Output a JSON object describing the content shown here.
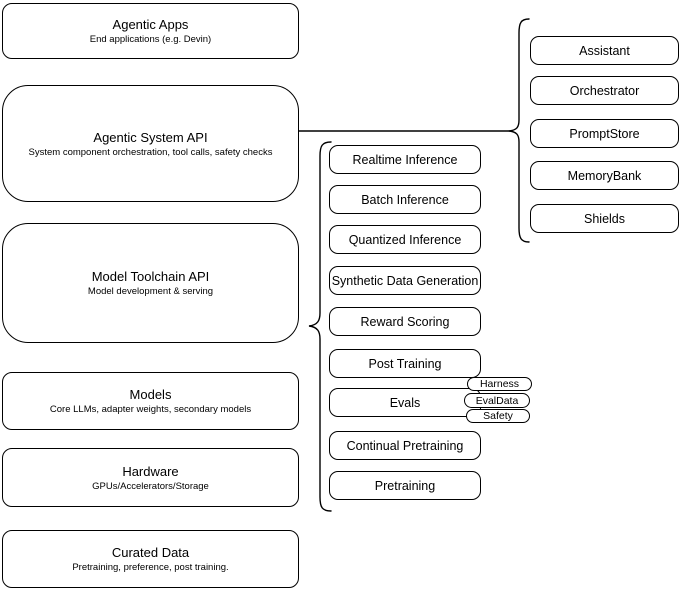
{
  "diagram": {
    "left_column": [
      {
        "title": "Agentic Apps",
        "subtitle": "End applications (e.g. Devin)"
      },
      {
        "title": "Agentic System API",
        "subtitle": "System component orchestration, tool calls, safety checks"
      },
      {
        "title": "Model Toolchain API",
        "subtitle": "Model development & serving"
      },
      {
        "title": "Models",
        "subtitle": "Core LLMs, adapter weights, secondary models"
      },
      {
        "title": "Hardware",
        "subtitle": "GPUs/Accelerators/Storage"
      },
      {
        "title": "Curated Data",
        "subtitle": "Pretraining, preference, post training."
      }
    ],
    "toolchain_components": [
      "Realtime Inference",
      "Batch Inference",
      "Quantized Inference",
      "Synthetic Data Generation",
      "Reward Scoring",
      "Post Training",
      "Evals",
      "Continual Pretraining",
      "Pretraining"
    ],
    "eval_badges": [
      "Harness",
      "EvalData",
      "Safety"
    ],
    "system_components": [
      "Assistant",
      "Orchestrator",
      "PromptStore",
      "MemoryBank",
      "Shields"
    ],
    "colors": {
      "stroke": "#000000",
      "fill": "#ffffff",
      "text": "#000000"
    }
  }
}
